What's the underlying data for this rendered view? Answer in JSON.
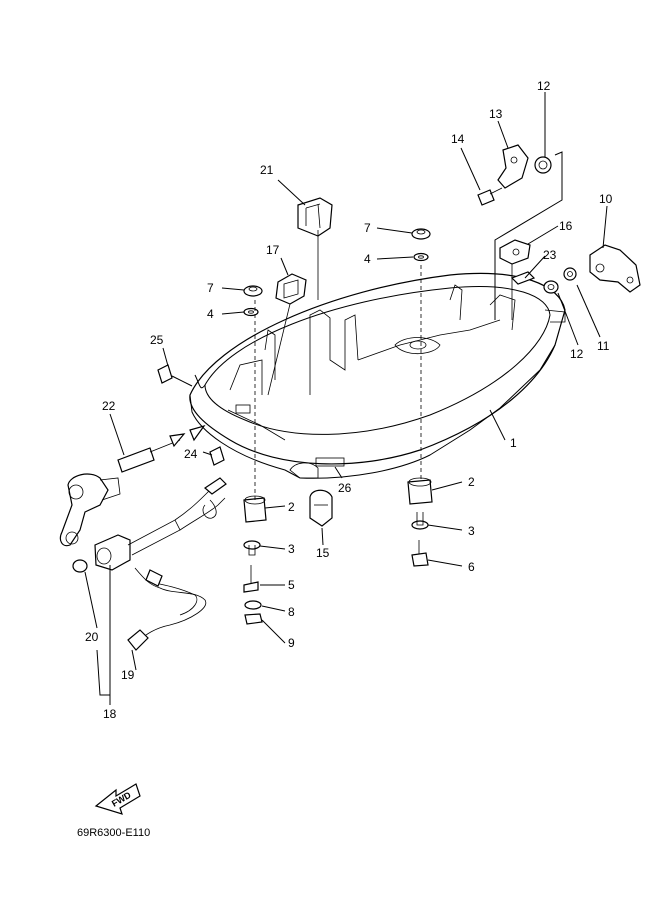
{
  "diagram_code": "69R6300-E110",
  "fwd_label": "FWD",
  "labels": {
    "l1": "1",
    "l2a": "2",
    "l2b": "2",
    "l3a": "3",
    "l3b": "3",
    "l4a": "4",
    "l4b": "4",
    "l5": "5",
    "l6": "6",
    "l7a": "7",
    "l7b": "7",
    "l8": "8",
    "l9": "9",
    "l10": "10",
    "l11": "11",
    "l12a": "12",
    "l12b": "12",
    "l13": "13",
    "l14": "14",
    "l15": "15",
    "l16": "16",
    "l17": "17",
    "l18": "18",
    "l19": "19",
    "l20": "20",
    "l21": "21",
    "l22": "22",
    "l23": "23",
    "l24": "24",
    "l25": "25",
    "l26": "26"
  }
}
